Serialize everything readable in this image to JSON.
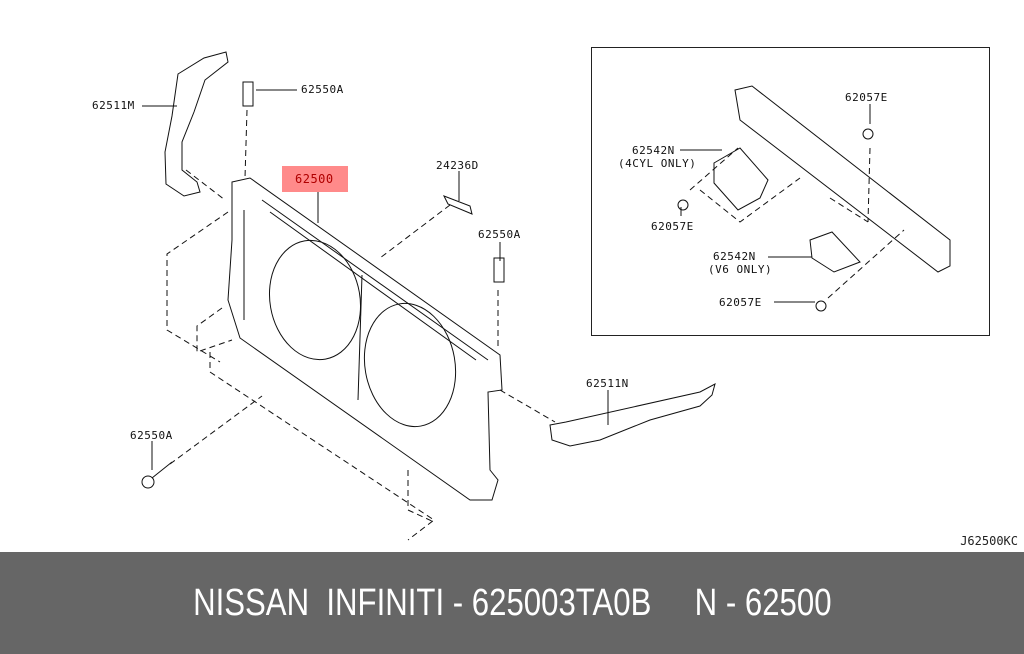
{
  "diagram": {
    "type": "exploded parts diagram",
    "main_part": {
      "number": "62500",
      "highlight_color": "#ff8a8a"
    },
    "callouts": [
      {
        "id": "62511M"
      },
      {
        "id": "62550A",
        "position": "top"
      },
      {
        "id": "62500",
        "highlighted": true
      },
      {
        "id": "24236D"
      },
      {
        "id": "62550A",
        "position": "right"
      },
      {
        "id": "62550A",
        "position": "bottom-left"
      },
      {
        "id": "62511N"
      }
    ],
    "inset_callouts": [
      {
        "id": "62057E",
        "position": "top"
      },
      {
        "id": "62542N",
        "note": "(4CYL ONLY)"
      },
      {
        "id": "62057E",
        "position": "left"
      },
      {
        "id": "62542N",
        "note": "(V6 ONLY)"
      },
      {
        "id": "62057E",
        "position": "bottom"
      }
    ],
    "diagram_code": "J62500KC"
  },
  "labels": {
    "l_62511M": "62511M",
    "l_62550A_top": "62550A",
    "l_62500": "62500",
    "l_24236D": "24236D",
    "l_62550A_right": "62550A",
    "l_62550A_bottom": "62550A",
    "l_62511N": "62511N",
    "i_62057E_top": "62057E",
    "i_62542N_a": "62542N",
    "i_4cyl": "(4CYL ONLY)",
    "i_62057E_left": "62057E",
    "i_62542N_b": "62542N",
    "i_v6": "(V6 ONLY)",
    "i_62057E_bottom": "62057E",
    "code": "J62500KC"
  },
  "footer": {
    "text": "NISSAN  INFINITI - 625003TA0B     N - 62500",
    "background": "#666666",
    "brand": "NISSAN  INFINITI",
    "part_number": "625003TA0B",
    "group": "N - 62500"
  }
}
